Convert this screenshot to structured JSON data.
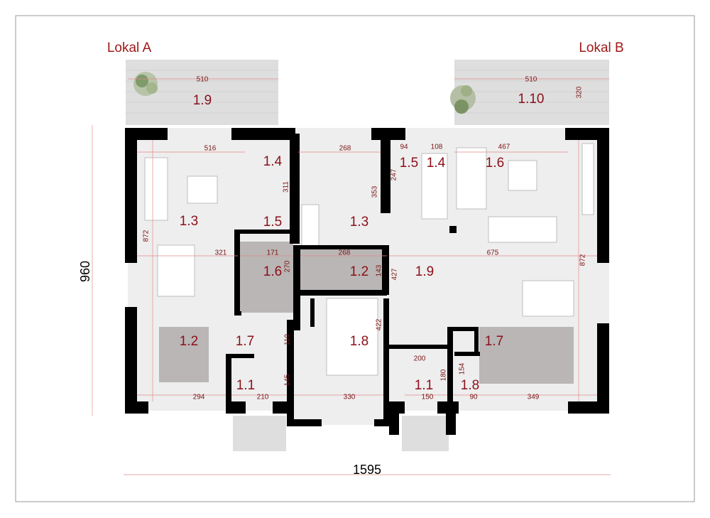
{
  "units": {
    "a": "Lokal A",
    "b": "Lokal B"
  },
  "overall": {
    "width": "1595",
    "height": "960"
  },
  "rooms": {
    "a_terrace": "1.9",
    "a_bath_upper": "1.4",
    "a_living": "1.3",
    "a_closet": "1.5",
    "a_bath": "1.6",
    "a_kitchen": "1.2",
    "a_hall": "1.7",
    "a_vestibule": "1.1",
    "c_room": "1.3",
    "c_utility": "1.2",
    "c_bedroom": "1.8",
    "b_terrace": "1.10",
    "b_stairs": "1.5",
    "b_stairs2": "1.4",
    "b_living": "1.6",
    "b_hall": "1.9",
    "b_kitchen": "1.7",
    "b_vestibule": "1.1",
    "b_wc": "1.8"
  },
  "dims": {
    "a_terrace_w": "510",
    "b_terrace_w": "510",
    "b_terrace_h": "320",
    "a_top": "516",
    "a_311": "311",
    "c_268_top": "268",
    "c_353": "353",
    "b_94": "94",
    "b_108": "108",
    "b_247": "247",
    "b_467": "467",
    "a_872": "872",
    "a_321": "321",
    "a_171": "171",
    "a_270": "270",
    "c_268_mid": "268",
    "c_143": "143",
    "b_675": "675",
    "b_427": "427",
    "b_872": "872",
    "c_422": "422",
    "a_110": "110",
    "a_145": "145",
    "a_294": "294",
    "a_210": "210",
    "c_330": "330",
    "b_200": "200",
    "b_180": "180",
    "b_154": "154",
    "b_150": "150",
    "b_90": "90",
    "b_349": "349"
  }
}
